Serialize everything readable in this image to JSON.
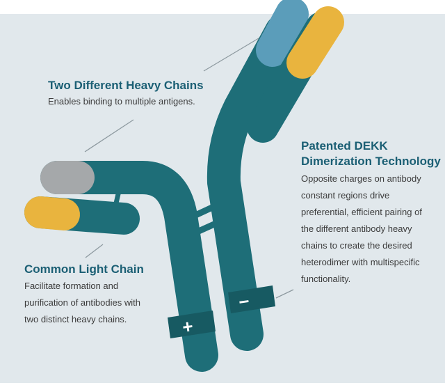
{
  "labels": {
    "heavy_chains": {
      "title": "Two Different Heavy Chains",
      "description": "Enables binding to multiple antigens."
    },
    "dekk": {
      "title_line1": "Patented DEKK",
      "title_line2": "Dimerization Technology",
      "description_lines": [
        "Opposite charges on antibody",
        "constant regions drive",
        "preferential, efficient pairing of",
        "the different antibody heavy",
        "chains to create the desired",
        "heterodimer with multispecific",
        "functionality."
      ]
    },
    "light_chain": {
      "title": "Common Light Chain",
      "description_lines": [
        "Facilitate formation and",
        "purification of antibodies with",
        "two distinct heavy chains."
      ]
    }
  },
  "symbols": {
    "positive": "+",
    "negative": "−"
  },
  "colors": {
    "background": "#e1e8ec",
    "teal": "#1e6e78",
    "teal_dark": "#175a62",
    "blue_tip": "#5b9dba",
    "yellow_tip": "#e9b43e",
    "gray_tip": "#a5a8aa",
    "title": "#1b5f74",
    "text": "#3c3c3c"
  }
}
